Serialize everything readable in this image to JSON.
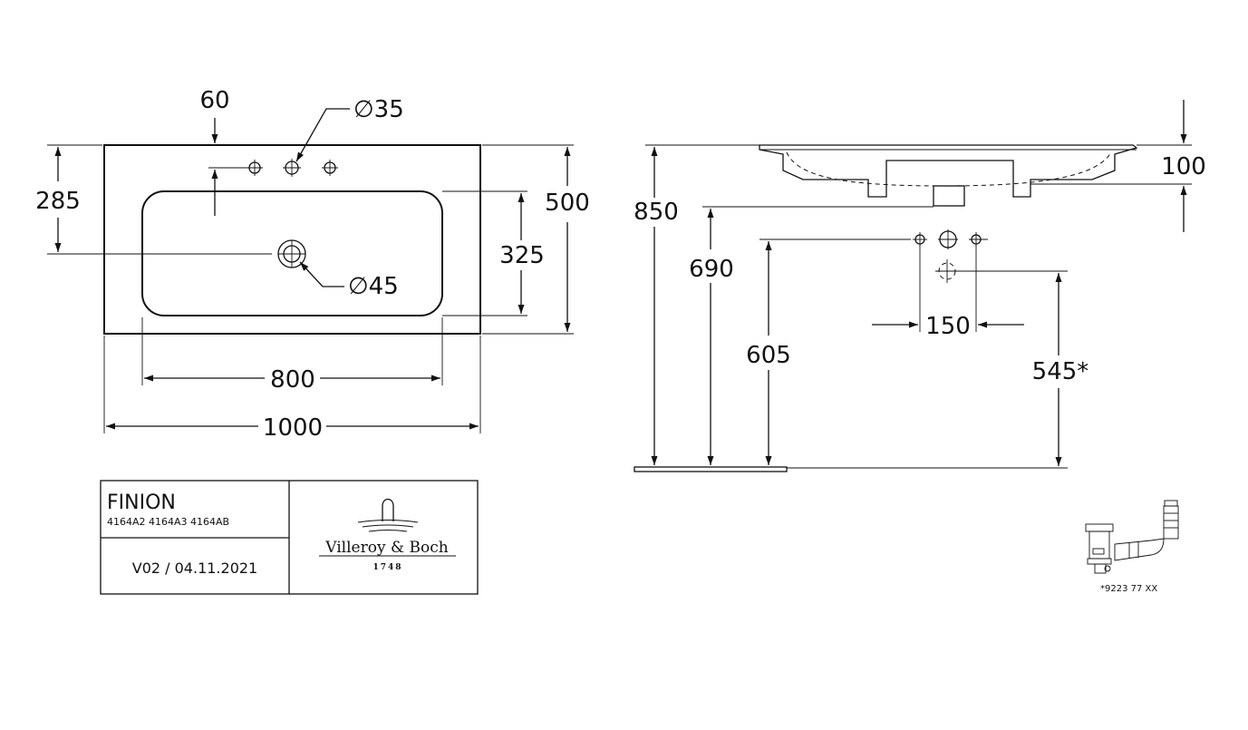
{
  "top_view": {
    "dim_tap_offset": "60",
    "dim_tap_hole": "∅35",
    "dim_waste_hole": "∅45",
    "dim_depth_to_waste": "285",
    "dim_total_depth": "500",
    "dim_bowl_depth": "325",
    "dim_bowl_width": "800",
    "dim_total_width": "1000"
  },
  "side_view": {
    "dim_rim_height": "850",
    "dim_basin_thickness": "100",
    "dim_bottom_height": "690",
    "dim_supply_height": "605",
    "dim_supply_spacing": "150",
    "dim_waste_height": "545*"
  },
  "title_block": {
    "product": "FINION",
    "article_numbers": "4164A2 4164A3 4164AB",
    "version": "V02 / 04.11.2021",
    "brand": "Villeroy & Boch",
    "brand_year": "1748"
  },
  "footnote": {
    "part_number": "*9223 77 XX"
  }
}
